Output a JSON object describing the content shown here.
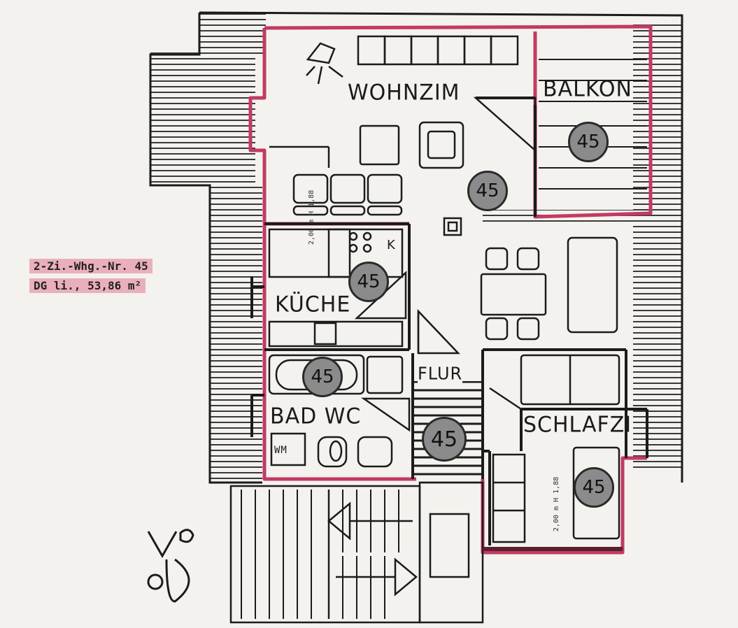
{
  "unit_info": {
    "line1": "2-Zi.-Whg.-Nr. 45",
    "line2": "DG li., 53,86 m²"
  },
  "rooms": {
    "wohnzimmer": "WOHNZIM",
    "balkon": "BALKON",
    "kueche": "KÜCHE",
    "bad_wc": "BAD WC",
    "flur": "FLUR",
    "schlafzimmer": "SCHLAFZI"
  },
  "unit_badges": {
    "wohnzimmer": "45",
    "balkon": "45",
    "kueche": "45",
    "bad": "45",
    "flur": "45",
    "schlafzimmer": "45"
  },
  "fixtures": {
    "stove_mark": "K",
    "washer": "WM"
  },
  "dimension_notes": {
    "kitchen": "2,00 m H 1,88",
    "bedroom": "2,00 m H 1,88"
  },
  "colors": {
    "unit_outline": "#c23a62",
    "unit_highlight": "#e2789a",
    "wall": "#1b1b1b",
    "badge_fill": "#8b8b8b",
    "paper": "#f3f2ee"
  }
}
